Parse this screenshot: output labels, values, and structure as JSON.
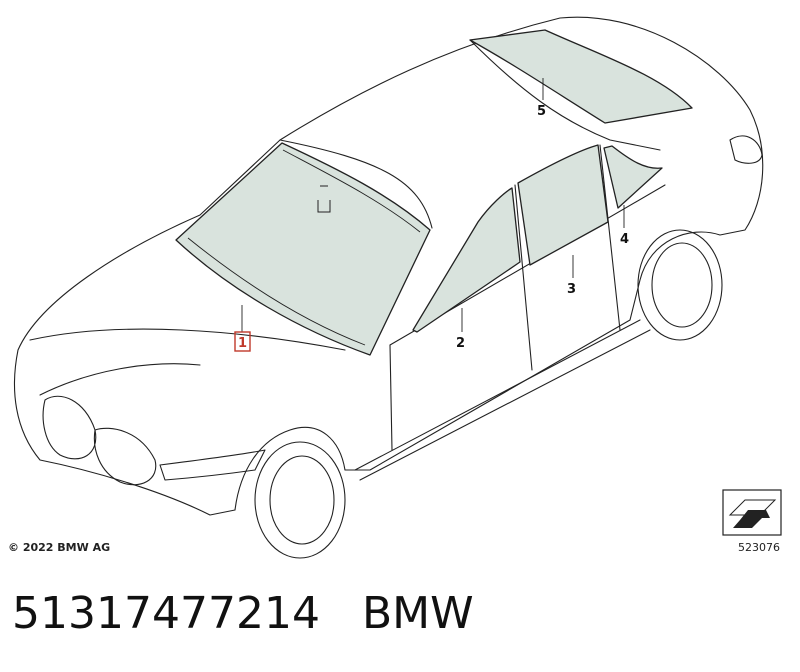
{
  "diagram": {
    "callouts": [
      {
        "id": "1",
        "highlighted": true
      },
      {
        "id": "2",
        "highlighted": false
      },
      {
        "id": "3",
        "highlighted": false
      },
      {
        "id": "4",
        "highlighted": false
      },
      {
        "id": "5",
        "highlighted": false
      }
    ],
    "copyright": "© 2022 BMW AG",
    "figure_number": "523076",
    "colors": {
      "glass": "#d9e3dd",
      "outline": "#222222",
      "highlight": "#c0392b"
    }
  },
  "footer": {
    "part_number": "51317477214",
    "brand": "BMW"
  }
}
